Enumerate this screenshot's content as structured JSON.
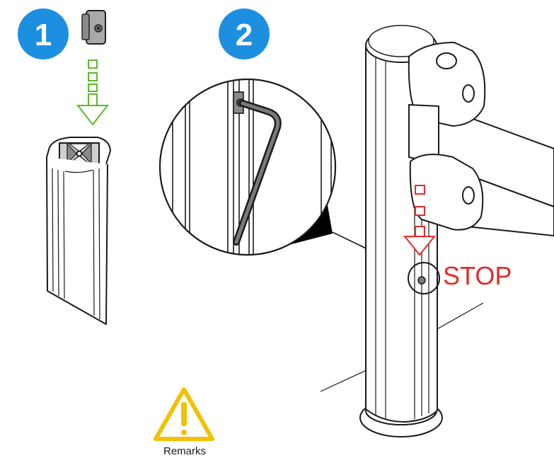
{
  "steps": [
    {
      "number": "1"
    },
    {
      "number": "2"
    }
  ],
  "stop_label": "STOP",
  "remarks_label": "Remarks",
  "colors": {
    "badge": "#1d8fe0",
    "insert_arrow": "#5cb82e",
    "stop_arrow": "#e32b2b",
    "stop_text": "#e32b2b",
    "warning": "#f2c100",
    "line": "#1a1a1a"
  },
  "icons": [
    "t-slot-nut-icon",
    "hex-key-icon",
    "warning-icon"
  ]
}
